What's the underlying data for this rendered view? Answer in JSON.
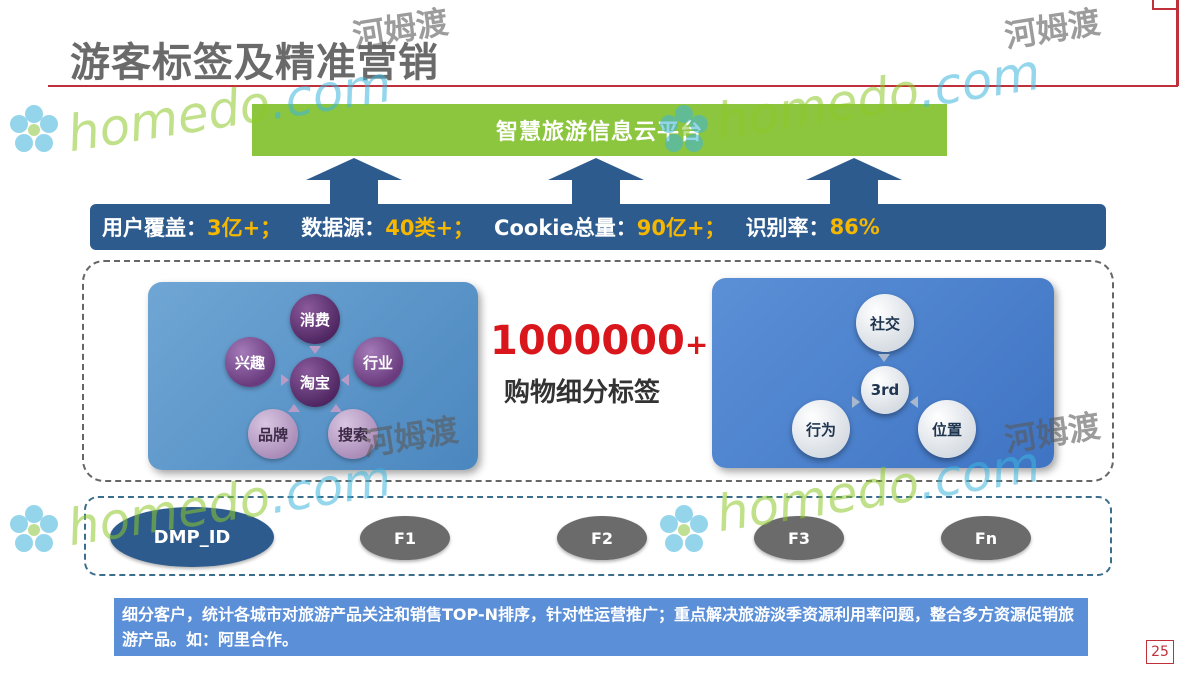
{
  "slide": {
    "title": "游客标签及精准营销",
    "page_number": "25"
  },
  "platform": {
    "label": "智慧旅游信息云平台"
  },
  "stats": [
    {
      "label": "用户覆盖：",
      "value": "3亿+；"
    },
    {
      "label": "数据源：",
      "value": "40类+；"
    },
    {
      "label": "Cookie总量：",
      "value": "90亿+；"
    },
    {
      "label": "识别率：",
      "value": "86%"
    }
  ],
  "left_panel": {
    "center": "淘宝",
    "nodes": [
      "消费",
      "行业",
      "搜索",
      "品牌",
      "兴趣"
    ]
  },
  "center_metric": {
    "value": "1000000",
    "suffix": "+",
    "caption": "购物细分标签"
  },
  "right_panel": {
    "center": "3rd",
    "nodes": [
      "社交",
      "位置",
      "行为"
    ]
  },
  "id_row": {
    "primary": "DMP_ID",
    "features": [
      "F1",
      "F2",
      "F3",
      "Fn"
    ]
  },
  "note": {
    "text": "细分客户，统计各城市对旅游产品关注和销售TOP-N排序，针对性运营推广；重点解决旅游淡季资源利用率问题，整合多方资源促销旅游产品。如：阿里合作。"
  },
  "watermarks": {
    "brand": "homedo",
    "domain": ".com",
    "cn": "河姆渡"
  },
  "colors": {
    "accent_red": "#c0303a",
    "platform_green": "#8cc63f",
    "stats_blue": "#2e5b8e",
    "highlight_gold": "#f5b700",
    "metric_red": "#d8161b",
    "note_blue": "#5b8fd8"
  }
}
